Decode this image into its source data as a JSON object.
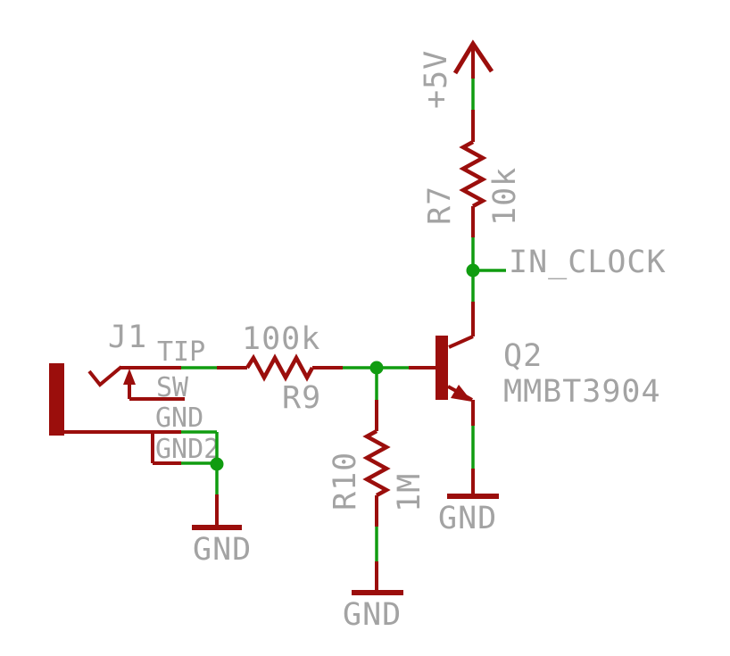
{
  "colors": {
    "symbol_red": "#9b0e0c",
    "net_green": "#109c10",
    "label_gray": "#a3a3a3",
    "background": "#ffffff"
  },
  "power": {
    "label": "+5V"
  },
  "net_labels": {
    "in_clock": "IN_CLOCK"
  },
  "components": {
    "r7": {
      "name": "R7",
      "value": "10k"
    },
    "r9": {
      "name": "R9",
      "value": "100k"
    },
    "r10": {
      "name": "R10",
      "value": "1M"
    },
    "q2": {
      "name": "Q2",
      "value": "MMBT3904"
    },
    "j1": {
      "name": "J1",
      "pin_tip": "TIP",
      "pin_sw": "SW",
      "pin_gnd": "GND",
      "pin_gnd2": "GND2"
    }
  },
  "ground_symbols": {
    "j1_gnd": "GND",
    "r10_gnd": "GND",
    "q2_gnd": "GND"
  }
}
